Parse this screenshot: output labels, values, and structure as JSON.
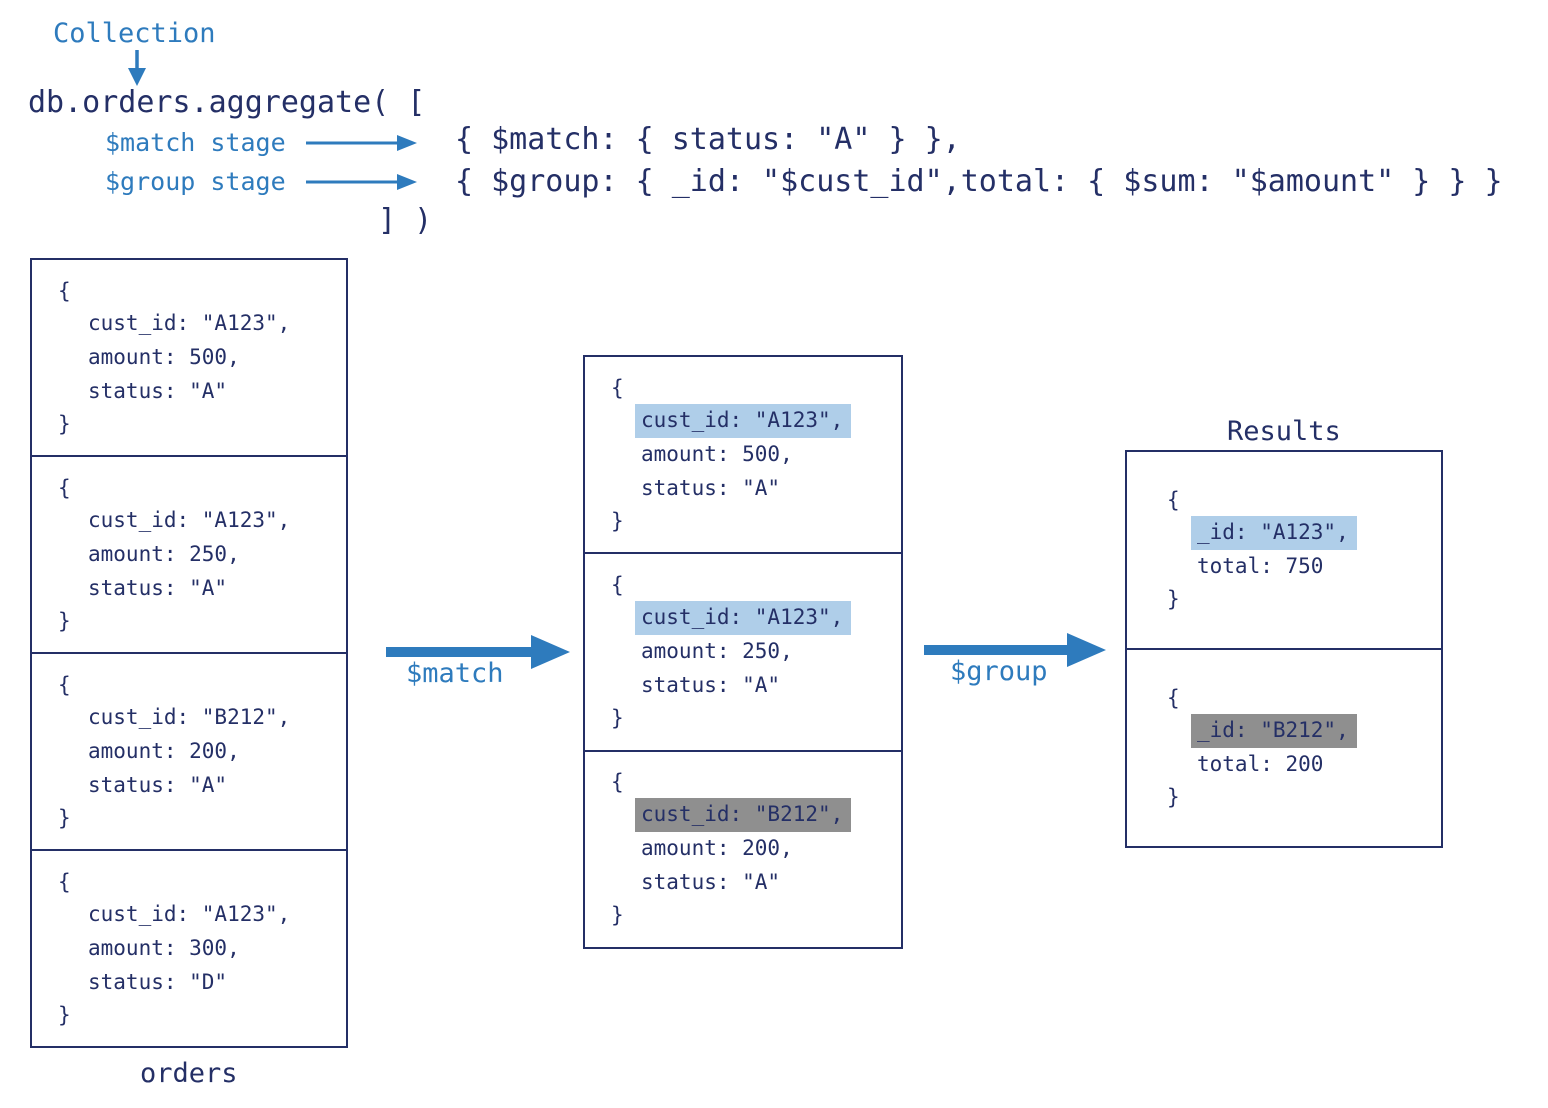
{
  "palette": {
    "navy": "#242F66",
    "blue": "#2E7BBD",
    "highlight_blue": "#AFCEE9",
    "highlight_gray": "#8F8F8F"
  },
  "header": {
    "collection_label": "Collection",
    "code_line1": "db.orders.aggregate( [",
    "match_stage_label": "$match stage",
    "group_stage_label": "$group stage",
    "code_match": "{ $match: { status: \"A\" } },",
    "code_group": "{ $group: { _id: \"$cust_id\",total: { $sum: \"$amount\" } } }",
    "code_close": "] )"
  },
  "orders_box": {
    "label": "orders",
    "docs": [
      {
        "open": "{",
        "fields": [
          "cust_id: \"A123\",",
          "amount: 500,",
          "status: \"A\""
        ],
        "close": "}",
        "highlight": null
      },
      {
        "open": "{",
        "fields": [
          "cust_id: \"A123\",",
          "amount: 250,",
          "status: \"A\""
        ],
        "close": "}",
        "highlight": null
      },
      {
        "open": "{",
        "fields": [
          "cust_id: \"B212\",",
          "amount: 200,",
          "status: \"A\""
        ],
        "close": "}",
        "highlight": null
      },
      {
        "open": "{",
        "fields": [
          "cust_id: \"A123\",",
          "amount: 300,",
          "status: \"D\""
        ],
        "close": "}",
        "highlight": null
      }
    ]
  },
  "match_arrow": {
    "label": "$match"
  },
  "matched_box": {
    "docs": [
      {
        "open": "{",
        "fields": [
          "cust_id: \"A123\",",
          "amount: 500,",
          "status: \"A\""
        ],
        "close": "}",
        "highlight": "blue"
      },
      {
        "open": "{",
        "fields": [
          "cust_id: \"A123\",",
          "amount: 250,",
          "status: \"A\""
        ],
        "close": "}",
        "highlight": "blue"
      },
      {
        "open": "{",
        "fields": [
          "cust_id: \"B212\",",
          "amount: 200,",
          "status: \"A\""
        ],
        "close": "}",
        "highlight": "gray"
      }
    ]
  },
  "group_arrow": {
    "label": "$group"
  },
  "results_box": {
    "title": "Results",
    "docs": [
      {
        "open": "{",
        "fields": [
          "_id: \"A123\",",
          "total: 750"
        ],
        "close": "}",
        "highlight": "blue"
      },
      {
        "open": "{",
        "fields": [
          "_id: \"B212\",",
          "total: 200"
        ],
        "close": "}",
        "highlight": "gray"
      }
    ]
  }
}
